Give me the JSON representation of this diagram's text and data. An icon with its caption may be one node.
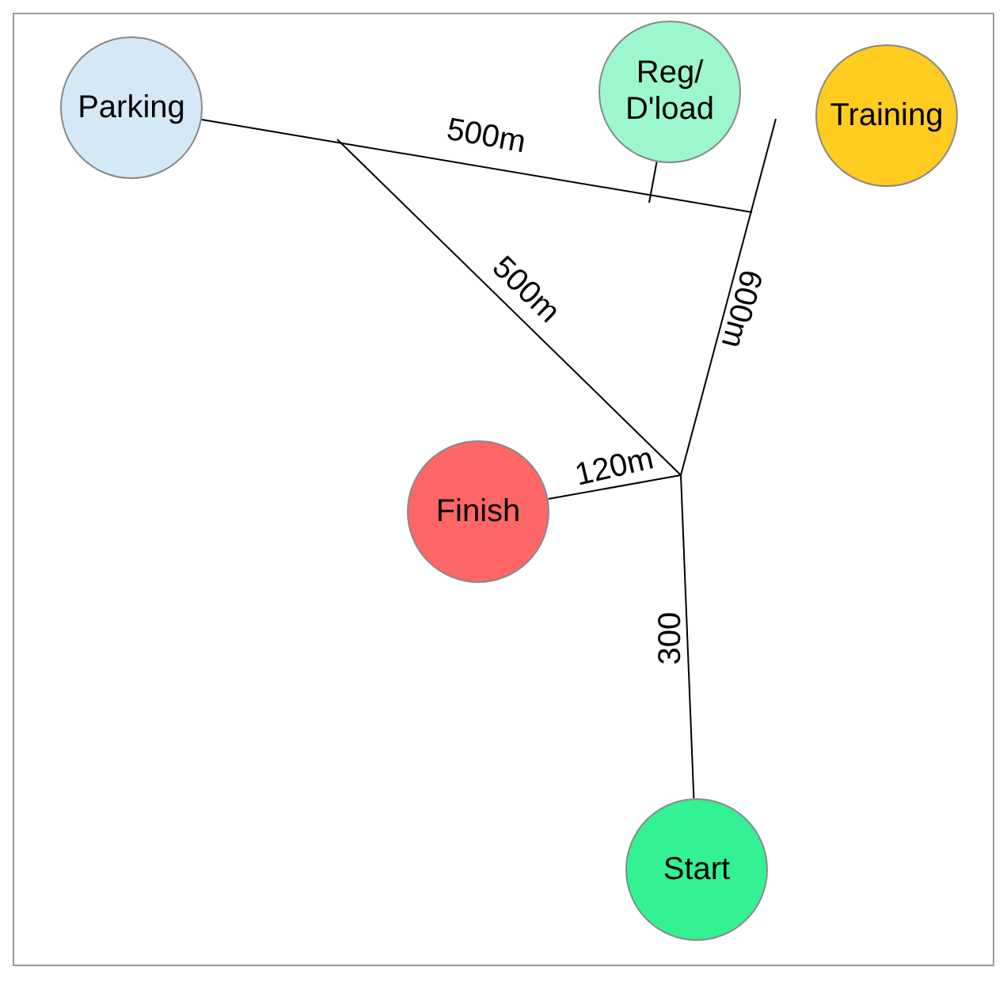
{
  "diagram": {
    "nodes": [
      {
        "text": [
          "Parking"
        ]
      },
      {
        "text": [
          "Reg/ D'load"
        ]
      },
      {
        "text": [
          "Training"
        ]
      },
      {
        "text": [
          "Finish"
        ]
      },
      {
        "text": [
          "Start"
        ]
      }
    ],
    "edges": [
      {
        "from": 0,
        "to": null,
        "arrow": "none",
        "label": "500m"
      },
      {
        "from": 1,
        "to": null,
        "arrow": "none"
      },
      {
        "from": 3,
        "to": null,
        "arrow": "none",
        "label": "120m"
      },
      {
        "from": 4,
        "to": null,
        "arrow": "none",
        "label": "300"
      }
    ],
    "labels": [
      "500m",
      "600m"
    ]
  }
}
